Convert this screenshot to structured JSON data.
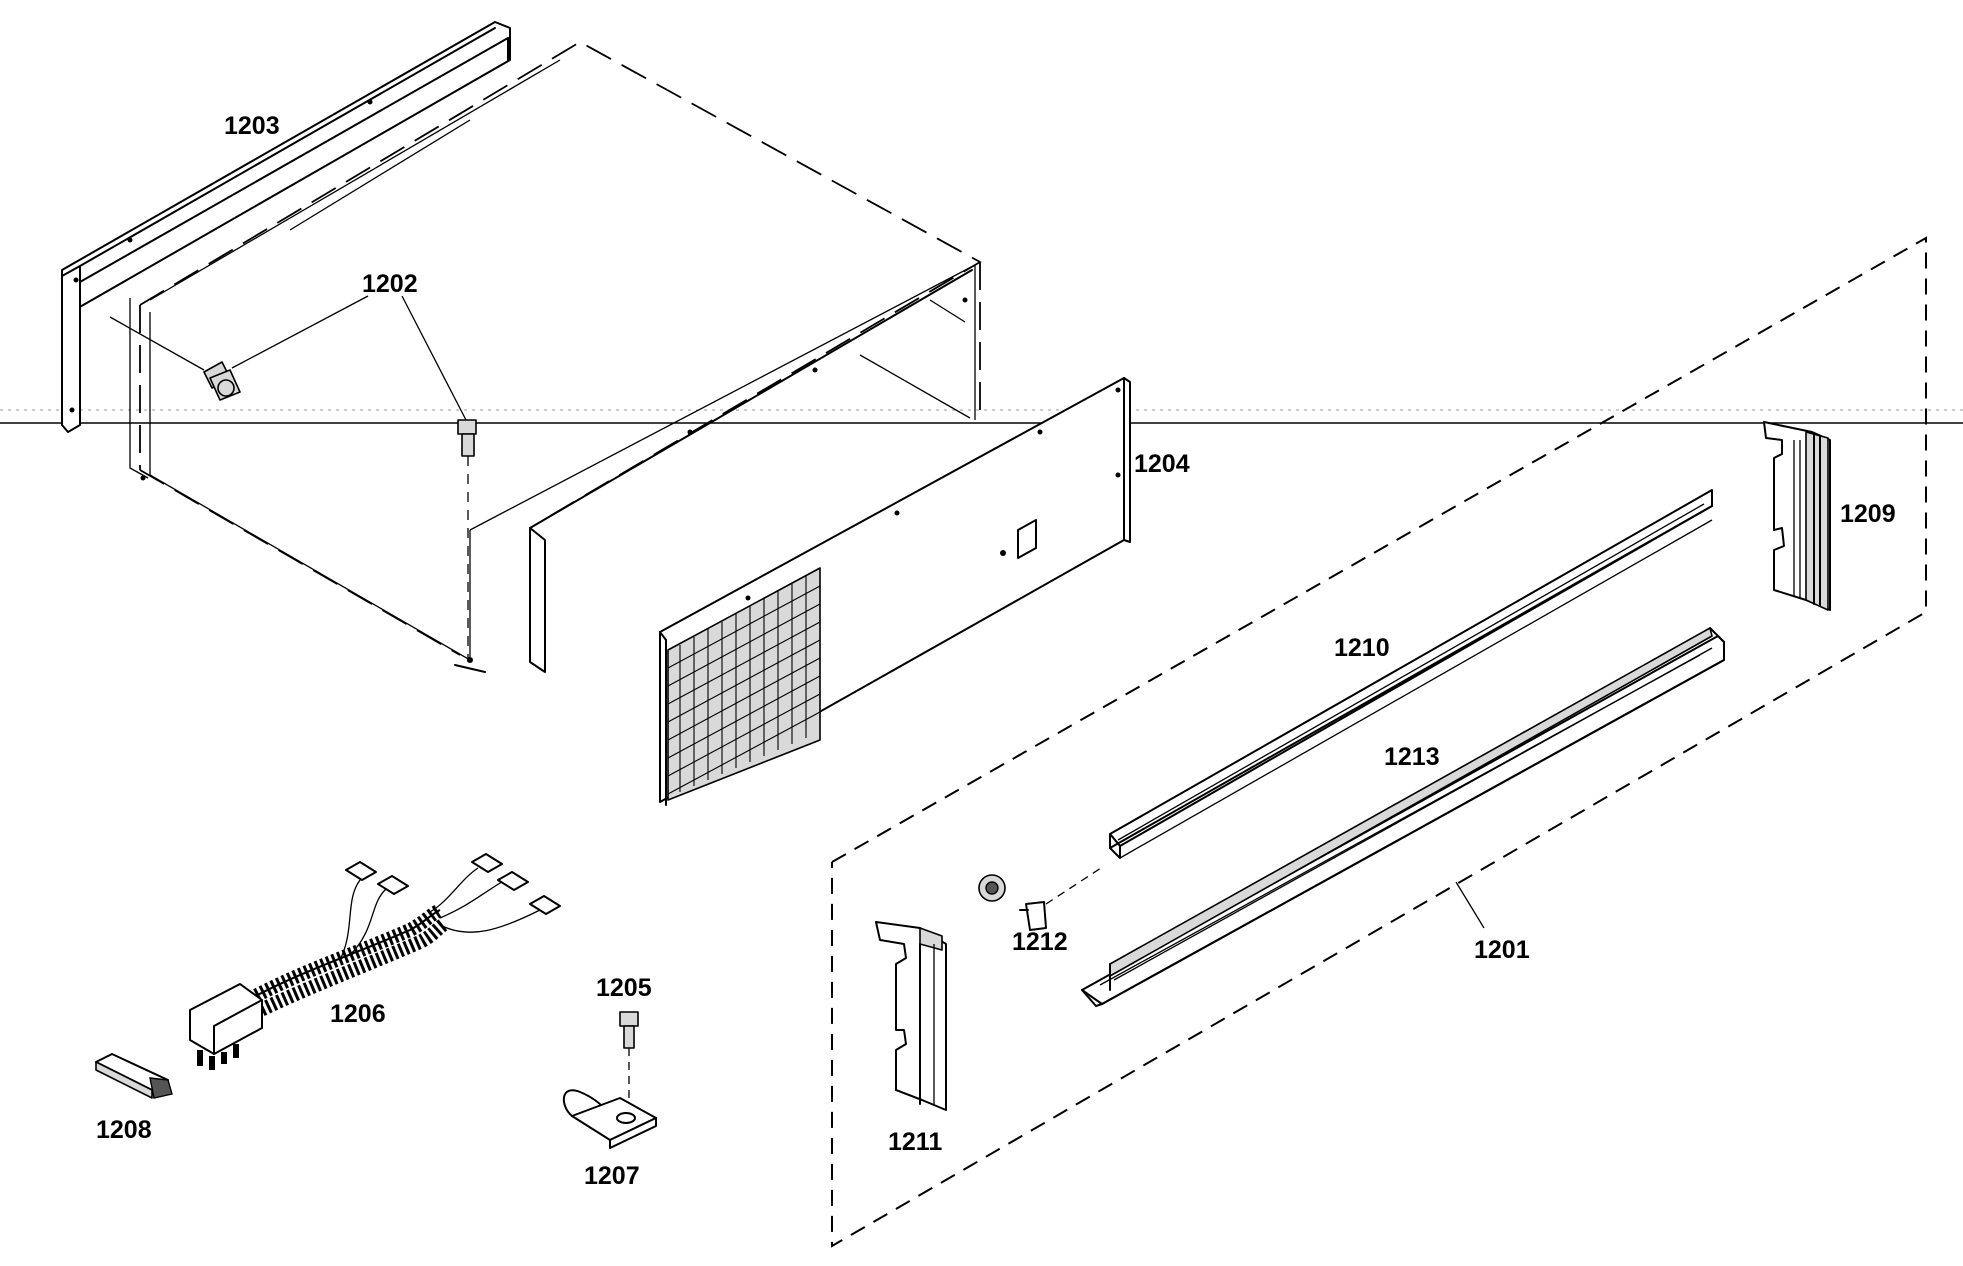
{
  "diagram": {
    "part_labels": {
      "p1201": "1201",
      "p1202": "1202",
      "p1203": "1203",
      "p1204": "1204",
      "p1205": "1205",
      "p1206": "1206",
      "p1207": "1207",
      "p1208": "1208",
      "p1209": "1209",
      "p1210": "1210",
      "p1211": "1211",
      "p1212": "1212",
      "p1213": "1213"
    }
  }
}
